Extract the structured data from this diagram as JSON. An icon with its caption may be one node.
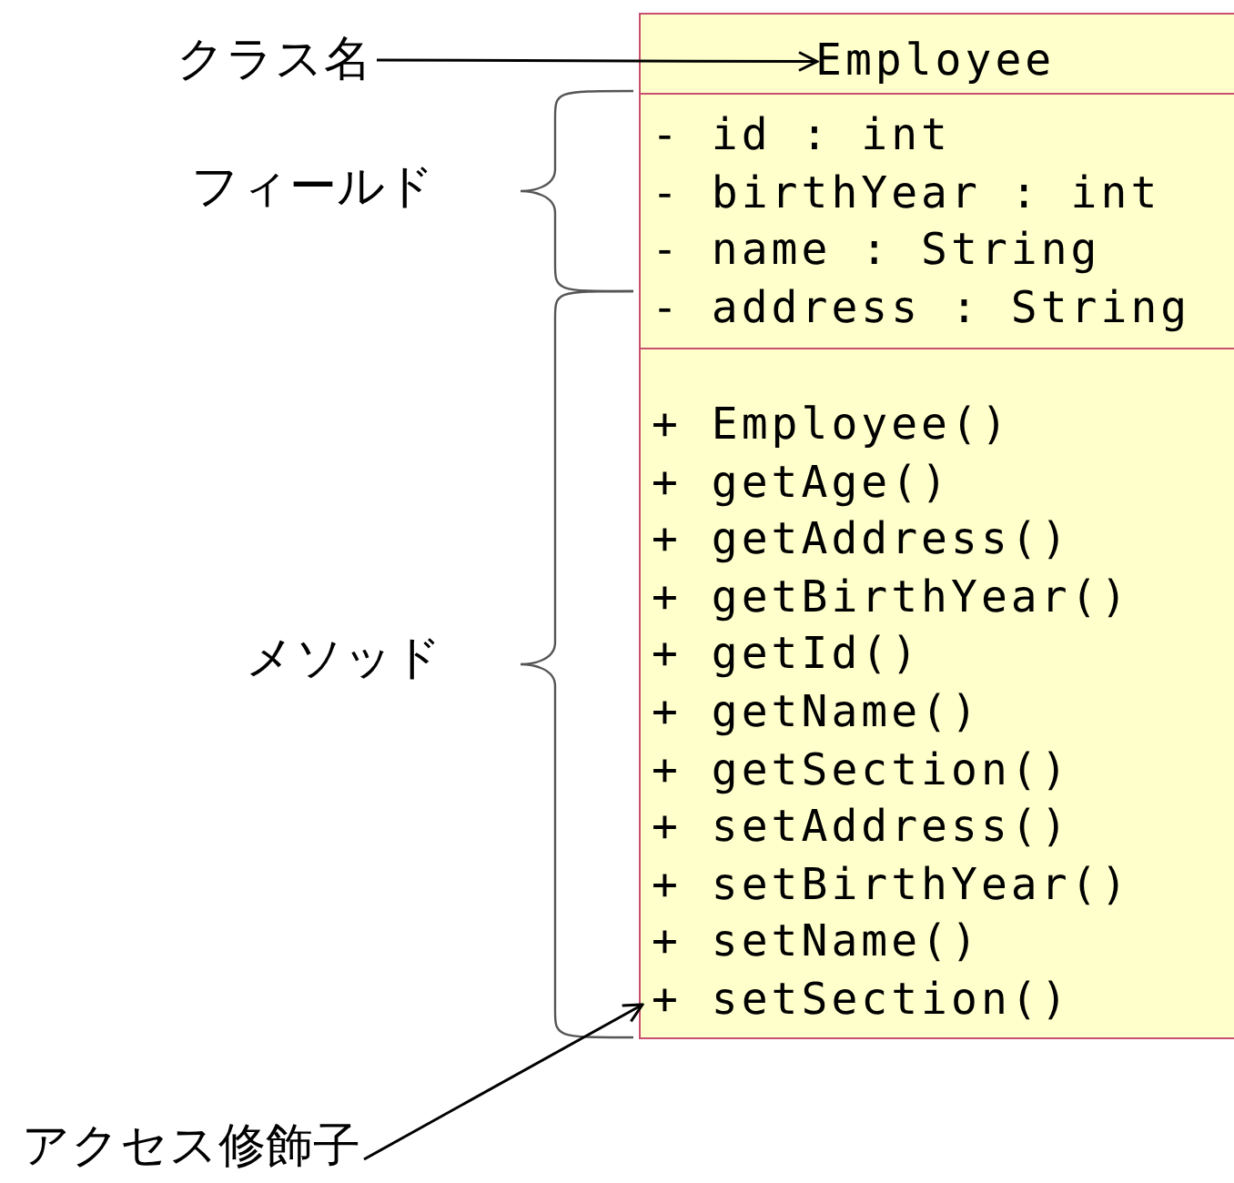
{
  "diagram": {
    "nodes": [
      {
        "text": [],
        "shape": "box"
      },
      {
        "text": [
          "Employee"
        ],
        "in": 0
      },
      {
        "text": [
          "- id : int",
          "- birthYear : int",
          "- name : String",
          "- address : String"
        ],
        "in": 0
      },
      {
        "text": [
          "+ Employee()",
          "+ getAge()",
          "+ getAddress()",
          "+ getBirthYear()",
          "+ getId()",
          "+ getName()",
          "+ getSection()",
          "+ setAddress()",
          "+ setBirthYear()",
          "+ setName()",
          "+ setSection()"
        ],
        "in": 0
      },
      {
        "text": [
          "クラス名"
        ]
      },
      {
        "text": [
          "アクセス修飾子"
        ]
      }
    ],
    "edges": [
      {
        "from": 4,
        "to": 1,
        "arrow": "to"
      },
      {
        "from": 5,
        "to": 3,
        "arrow": "to"
      }
    ],
    "labels": [
      "フィールド",
      "メソッド"
    ]
  }
}
